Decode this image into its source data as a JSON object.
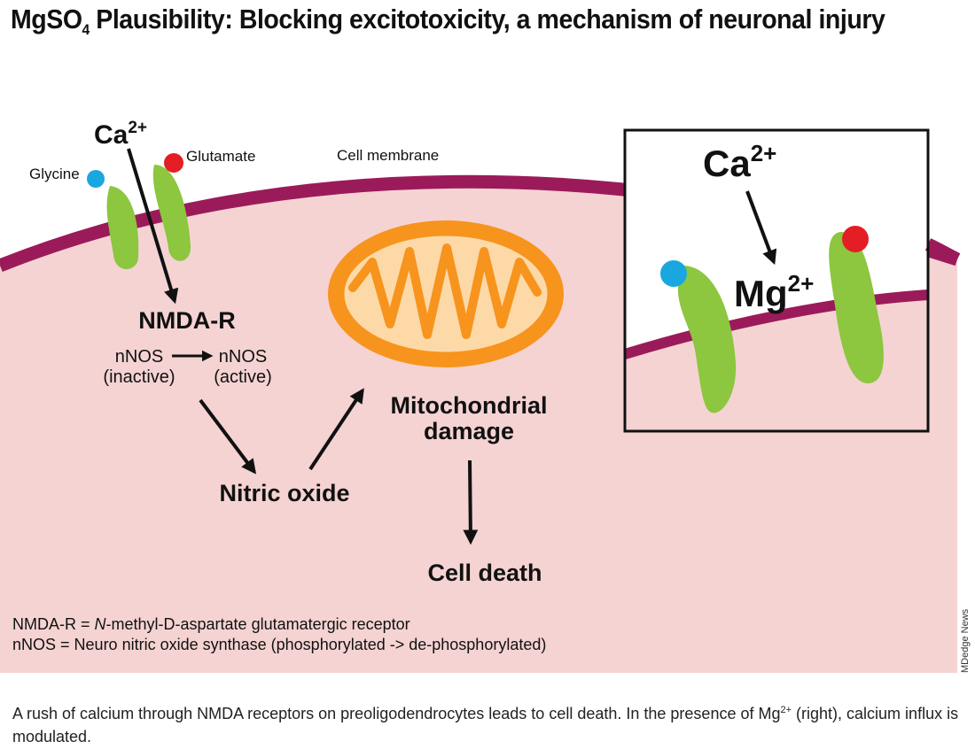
{
  "title": {
    "prefix": "MgSO",
    "subscript": "4",
    "rest": " Plausibility: Blocking excitotoxicity, a mechanism of neuronal injury"
  },
  "labels": {
    "ca_main": "Ca",
    "ca_main_sup": "2+",
    "glycine": "Glycine",
    "glutamate": "Glutamate",
    "cell_membrane": "Cell membrane",
    "nmda_r": "NMDA-R",
    "nnos_left": "nNOS",
    "nnos_left_state": "(inactive)",
    "nnos_right": "nNOS",
    "nnos_right_state": "(active)",
    "nitric_oxide": "Nitric oxide",
    "mito_line1": "Mitochondrial",
    "mito_line2": "damage",
    "cell_death": "Cell death"
  },
  "inset": {
    "ca": "Ca",
    "ca_sup": "2+",
    "mg": "Mg",
    "mg_sup": "2+"
  },
  "legend": {
    "nmda_term": "NMDA-R",
    "nmda_eq": " = ",
    "nmda_italic": "N",
    "nmda_def": "-methyl-D-aspartate glutamatergic receptor",
    "nnos_term": "nNOS",
    "nnos_eq": " = ",
    "nnos_def": "Neuro nitric oxide synthase (phosphorylated -> de-phosphorylated)"
  },
  "credit": "MDedge News",
  "caption": {
    "part1": "A rush of calcium through NMDA receptors on preoligodendrocytes leads to cell death. In the presence of Mg",
    "sup": "2+",
    "part2": " (right), calcium influx is modulated."
  },
  "colors": {
    "cytoplasm": "#f5d3d3",
    "membrane": "#9b1b5a",
    "receptor": "#8dc63f",
    "glycine_dot": "#1aa7e0",
    "glutamate_dot": "#e31e24",
    "mito_outer": "#f7941d",
    "mito_inner": "#fdd9a8",
    "arrow": "#111111"
  },
  "icons": [
    "glycine-dot-icon",
    "glutamate-dot-icon",
    "mitochondrion-icon",
    "arrow-icon",
    "nmda-receptor-icon"
  ]
}
